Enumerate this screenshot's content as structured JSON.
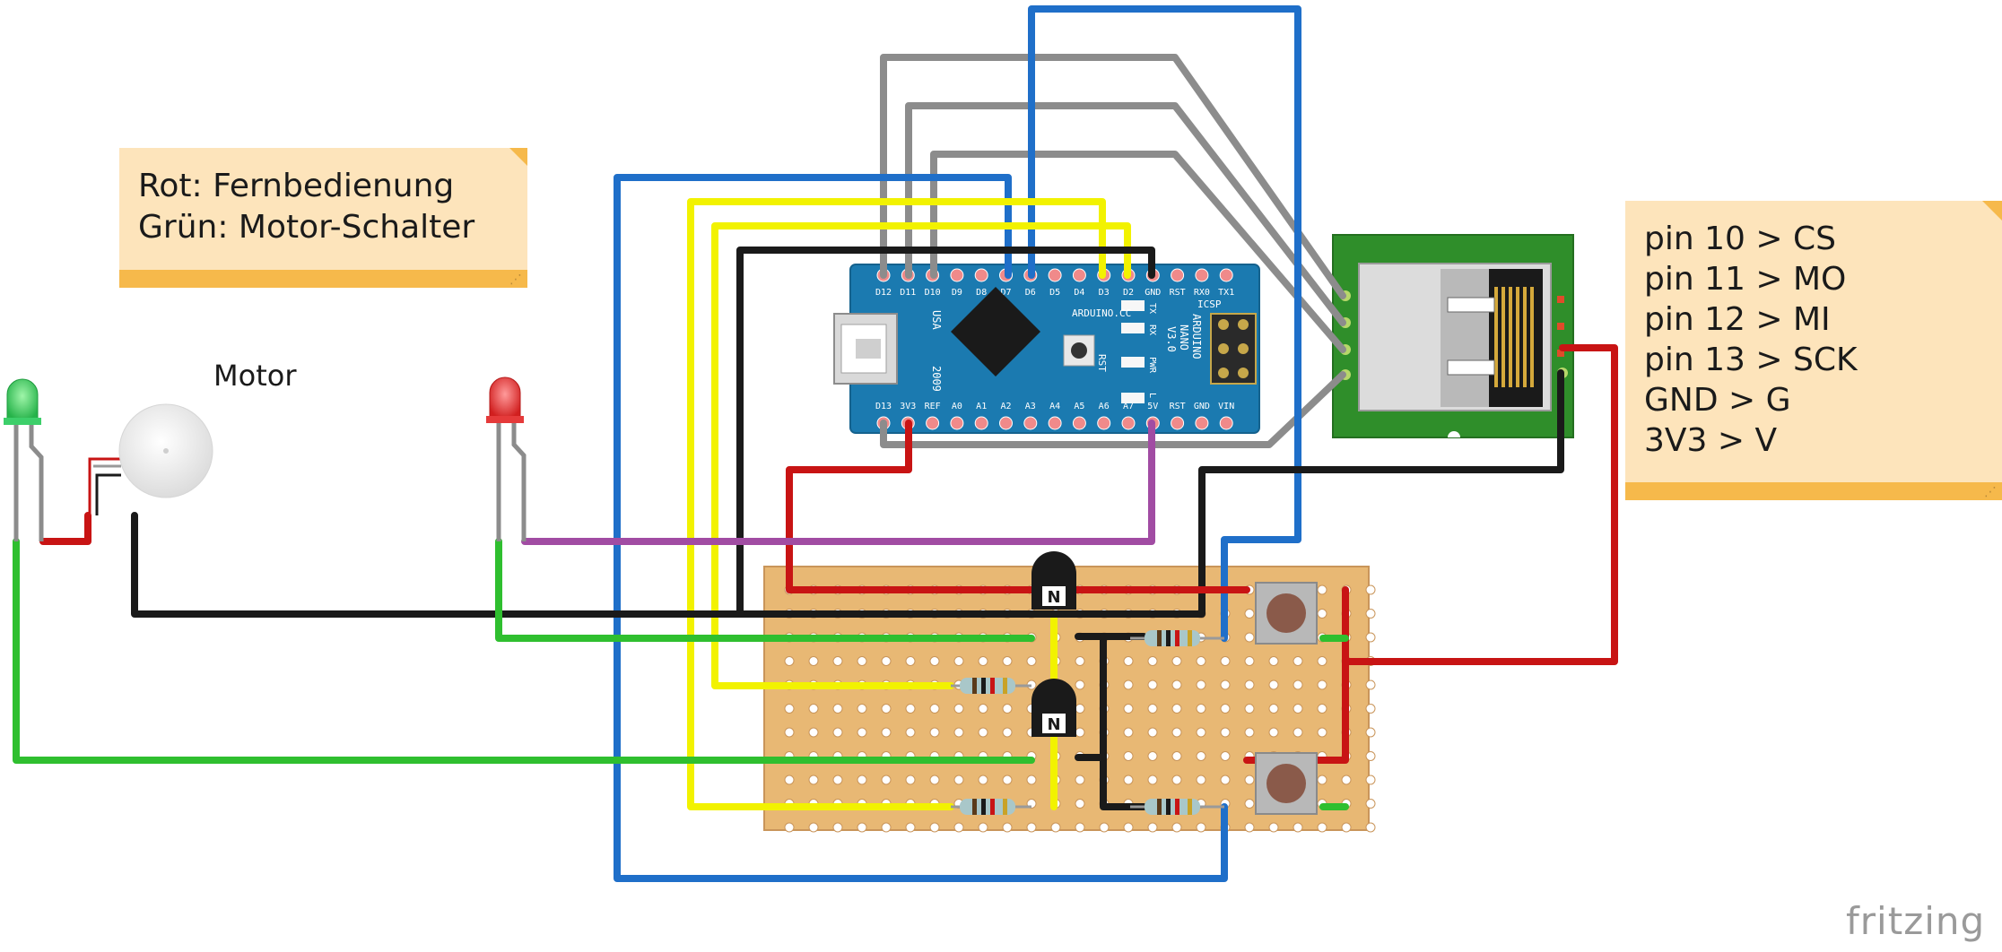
{
  "notes": {
    "left": [
      "Rot: Fernbedienung",
      "Grün: Motor-Schalter"
    ],
    "right": [
      "pin 10 > CS",
      "pin 11 > MO",
      "pin 12 > MI",
      "pin 13 > SCK",
      "GND > G",
      "3V3 > V"
    ]
  },
  "labels": {
    "motor": "Motor",
    "logo": "fritzing"
  },
  "nano": {
    "top_pins": [
      "D12",
      "D11",
      "D10",
      "D9",
      "D8",
      "D7",
      "D6",
      "D5",
      "D4",
      "D3",
      "D2",
      "GND",
      "RST",
      "RX0",
      "TX1"
    ],
    "bottom_pins": [
      "D13",
      "3V3",
      "REF",
      "A0",
      "A1",
      "A2",
      "A3",
      "A4",
      "A5",
      "A6",
      "A7",
      "5V",
      "RST",
      "GND",
      "VIN"
    ],
    "brand": "ARDUINO.CC",
    "model": "ARDUINO",
    "model2": "NANO",
    "version": "V3.0",
    "country": "USA",
    "year": "2009",
    "icsp": "ICSP",
    "rst": "RST",
    "tx": "TX",
    "rx": "RX",
    "pwr": "PWR",
    "l": "L"
  },
  "components": {
    "transistor_mark": "N"
  },
  "colors": {
    "wire_blue": "#1f6fc9",
    "wire_gray": "#8c8c8c",
    "wire_yellow": "#f2f200",
    "wire_black": "#1a1a1a",
    "wire_red": "#c81414",
    "wire_green": "#2fbf2f",
    "wire_purple": "#a14ca3",
    "board_copper": "#e8b874",
    "nano_blue": "#1b7ab0",
    "ethernet_green": "#2f8e2a",
    "note_bg": "#fde4bb",
    "note_bar": "#f6b94b"
  }
}
